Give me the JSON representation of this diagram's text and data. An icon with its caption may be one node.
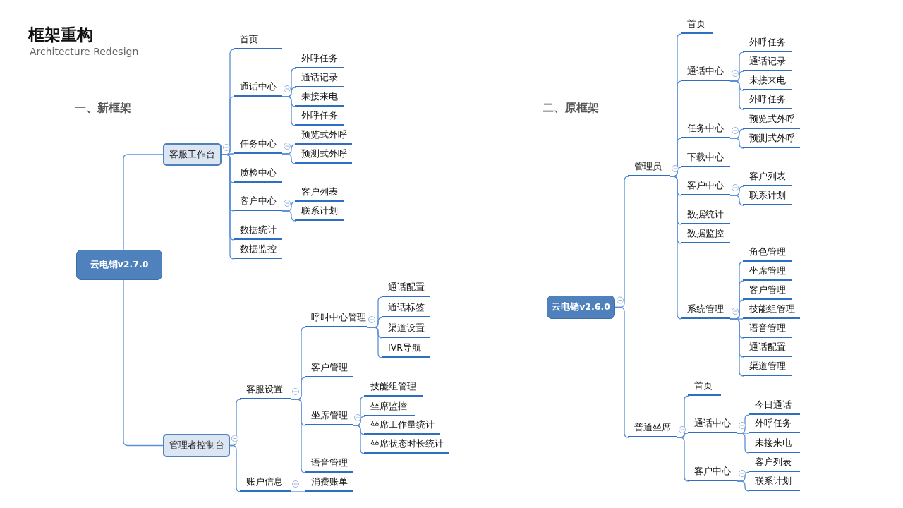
{
  "diagram": {
    "title": "框架重构",
    "nodes": [
      {
        "text": [
          "云电销v2.7.0"
        ]
      },
      {
        "text": [
          "客服工作台"
        ]
      },
      {
        "text": [
          "首页"
        ]
      },
      {
        "text": [
          "通话中心"
        ]
      },
      {
        "text": [
          "外呼任务"
        ]
      },
      {
        "text": [
          "通话记录"
        ]
      },
      {
        "text": [
          "未接来电"
        ]
      },
      {
        "text": [
          "外呼任务"
        ]
      },
      {
        "text": [
          "任务中心"
        ]
      },
      {
        "text": [
          "预览式外呼"
        ]
      },
      {
        "text": [
          "预测式外呼"
        ]
      },
      {
        "text": [
          "质检中心"
        ]
      },
      {
        "text": [
          "客户中心"
        ]
      },
      {
        "text": [
          "客户列表"
        ]
      },
      {
        "text": [
          "联系计划"
        ]
      },
      {
        "text": [
          "数据统计"
        ]
      },
      {
        "text": [
          "数据监控"
        ]
      },
      {
        "text": [
          "管理者控制台"
        ]
      },
      {
        "text": [
          "客服设置"
        ]
      },
      {
        "text": [
          "呼叫中心管理"
        ]
      },
      {
        "text": [
          "通话配置"
        ]
      },
      {
        "text": [
          "通话标签"
        ]
      },
      {
        "text": [
          "渠道设置"
        ]
      },
      {
        "text": [
          "IVR导航"
        ]
      },
      {
        "text": [
          "客户管理"
        ]
      },
      {
        "text": [
          "坐席管理"
        ]
      },
      {
        "text": [
          "技能组管理"
        ]
      },
      {
        "text": [
          "坐席监控"
        ]
      },
      {
        "text": [
          "坐席工作量统计"
        ]
      },
      {
        "text": [
          "坐席状态时长统计"
        ]
      },
      {
        "text": [
          "语音管理"
        ]
      },
      {
        "text": [
          "账户信息"
        ]
      },
      {
        "text": [
          "消费账单"
        ]
      },
      {
        "text": [
          "云电销v2.6.0"
        ]
      },
      {
        "text": [
          "管理员"
        ]
      },
      {
        "text": [
          "首页"
        ]
      },
      {
        "text": [
          "通话中心"
        ]
      },
      {
        "text": [
          "外呼任务"
        ]
      },
      {
        "text": [
          "通话记录"
        ]
      },
      {
        "text": [
          "未接来电"
        ]
      },
      {
        "text": [
          "外呼任务"
        ]
      },
      {
        "text": [
          "任务中心"
        ]
      },
      {
        "text": [
          "预览式外呼"
        ]
      },
      {
        "text": [
          "预测式外呼"
        ]
      },
      {
        "text": [
          "下载中心"
        ]
      },
      {
        "text": [
          "客户中心"
        ]
      },
      {
        "text": [
          "客户列表"
        ]
      },
      {
        "text": [
          "联系计划"
        ]
      },
      {
        "text": [
          "数据统计"
        ]
      },
      {
        "text": [
          "数据监控"
        ]
      },
      {
        "text": [
          "系统管理"
        ]
      },
      {
        "text": [
          "角色管理"
        ]
      },
      {
        "text": [
          "坐席管理"
        ]
      },
      {
        "text": [
          "客户管理"
        ]
      },
      {
        "text": [
          "技能组管理"
        ]
      },
      {
        "text": [
          "语音管理"
        ]
      },
      {
        "text": [
          "通话配置"
        ]
      },
      {
        "text": [
          "渠道管理"
        ]
      },
      {
        "text": [
          "普通坐席"
        ]
      },
      {
        "text": [
          "首页"
        ]
      },
      {
        "text": [
          "通话中心"
        ]
      },
      {
        "text": [
          "今日通话"
        ]
      },
      {
        "text": [
          "外呼任务"
        ]
      },
      {
        "text": [
          "未接来电"
        ]
      },
      {
        "text": [
          "客户中心"
        ]
      },
      {
        "text": [
          "客户列表"
        ]
      },
      {
        "text": [
          "联系计划"
        ]
      }
    ],
    "edges": [
      {
        "from": 0,
        "to": 1,
        "arrow": "none"
      },
      {
        "from": 1,
        "to": 2,
        "arrow": "none"
      },
      {
        "from": 1,
        "to": 3,
        "arrow": "none"
      },
      {
        "from": 3,
        "to": 4,
        "arrow": "none"
      },
      {
        "from": 3,
        "to": 5,
        "arrow": "none"
      },
      {
        "from": 3,
        "to": 6,
        "arrow": "none"
      },
      {
        "from": 3,
        "to": 7,
        "arrow": "none"
      },
      {
        "from": 1,
        "to": 8,
        "arrow": "none"
      },
      {
        "from": 8,
        "to": 9,
        "arrow": "none"
      },
      {
        "from": 8,
        "to": 10,
        "arrow": "none"
      },
      {
        "from": 1,
        "to": 11,
        "arrow": "none"
      },
      {
        "from": 1,
        "to": 12,
        "arrow": "none"
      },
      {
        "from": 12,
        "to": 13,
        "arrow": "none"
      },
      {
        "from": 12,
        "to": 14,
        "arrow": "none"
      },
      {
        "from": 1,
        "to": 15,
        "arrow": "none"
      },
      {
        "from": 1,
        "to": 16,
        "arrow": "none"
      },
      {
        "from": 0,
        "to": 17,
        "arrow": "none"
      },
      {
        "from": 17,
        "to": 18,
        "arrow": "none"
      },
      {
        "from": 18,
        "to": 19,
        "arrow": "none"
      },
      {
        "from": 19,
        "to": 20,
        "arrow": "none"
      },
      {
        "from": 19,
        "to": 21,
        "arrow": "none"
      },
      {
        "from": 19,
        "to": 22,
        "arrow": "none"
      },
      {
        "from": 19,
        "to": 23,
        "arrow": "none"
      },
      {
        "from": 18,
        "to": 24,
        "arrow": "none"
      },
      {
        "from": 18,
        "to": 25,
        "arrow": "none"
      },
      {
        "from": 25,
        "to": 26,
        "arrow": "none"
      },
      {
        "from": 25,
        "to": 27,
        "arrow": "none"
      },
      {
        "from": 25,
        "to": 28,
        "arrow": "none"
      },
      {
        "from": 25,
        "to": 29,
        "arrow": "none"
      },
      {
        "from": 18,
        "to": 30,
        "arrow": "none"
      },
      {
        "from": 17,
        "to": 31,
        "arrow": "none"
      },
      {
        "from": 31,
        "to": 32,
        "arrow": "none"
      },
      {
        "from": 33,
        "to": 34,
        "arrow": "none"
      },
      {
        "from": 34,
        "to": 35,
        "arrow": "none"
      },
      {
        "from": 34,
        "to": 36,
        "arrow": "none"
      },
      {
        "from": 36,
        "to": 37,
        "arrow": "none"
      },
      {
        "from": 36,
        "to": 38,
        "arrow": "none"
      },
      {
        "from": 36,
        "to": 39,
        "arrow": "none"
      },
      {
        "from": 36,
        "to": 40,
        "arrow": "none"
      },
      {
        "from": 34,
        "to": 41,
        "arrow": "none"
      },
      {
        "from": 41,
        "to": 42,
        "arrow": "none"
      },
      {
        "from": 41,
        "to": 43,
        "arrow": "none"
      },
      {
        "from": 34,
        "to": 44,
        "arrow": "none"
      },
      {
        "from": 34,
        "to": 45,
        "arrow": "none"
      },
      {
        "from": 45,
        "to": 46,
        "arrow": "none"
      },
      {
        "from": 45,
        "to": 47,
        "arrow": "none"
      },
      {
        "from": 34,
        "to": 48,
        "arrow": "none"
      },
      {
        "from": 34,
        "to": 49,
        "arrow": "none"
      },
      {
        "from": 34,
        "to": 50,
        "arrow": "none"
      },
      {
        "from": 50,
        "to": 51,
        "arrow": "none"
      },
      {
        "from": 50,
        "to": 52,
        "arrow": "none"
      },
      {
        "from": 50,
        "to": 53,
        "arrow": "none"
      },
      {
        "from": 50,
        "to": 54,
        "arrow": "none"
      },
      {
        "from": 50,
        "to": 55,
        "arrow": "none"
      },
      {
        "from": 50,
        "to": 56,
        "arrow": "none"
      },
      {
        "from": 50,
        "to": 57,
        "arrow": "none"
      },
      {
        "from": 33,
        "to": 58,
        "arrow": "none"
      },
      {
        "from": 58,
        "to": 59,
        "arrow": "none"
      },
      {
        "from": 58,
        "to": 60,
        "arrow": "none"
      },
      {
        "from": 60,
        "to": 61,
        "arrow": "none"
      },
      {
        "from": 60,
        "to": 62,
        "arrow": "none"
      },
      {
        "from": 60,
        "to": 63,
        "arrow": "none"
      },
      {
        "from": 58,
        "to": 64,
        "arrow": "none"
      },
      {
        "from": 64,
        "to": 65,
        "arrow": "none"
      },
      {
        "from": 64,
        "to": 66,
        "arrow": "none"
      }
    ],
    "labels": [
      "Architecture Redesign",
      "一、新框架",
      "二、原框架"
    ]
  }
}
